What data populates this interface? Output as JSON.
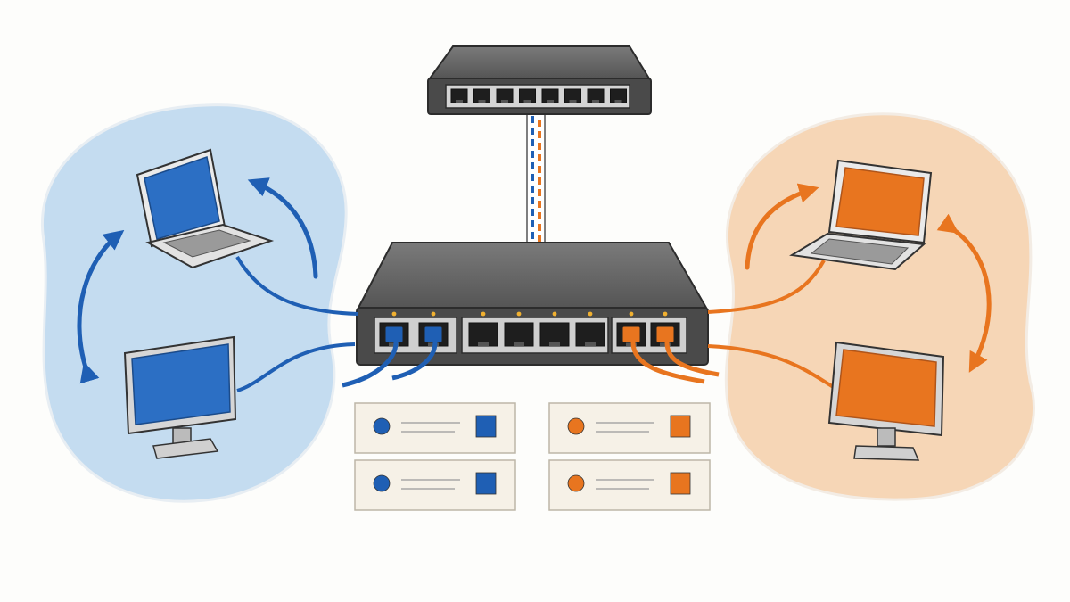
{
  "title": "",
  "colors": {
    "background": "#fdfdfb",
    "blue_zone_fill": "#c4dcf0",
    "orange_zone_fill": "#f6d6b6",
    "blue_accent": "#1f5fb4",
    "orange_accent": "#e8751f",
    "switch_body": "#4a4a4a",
    "switch_top": "#6b6b6b",
    "port_led": "#f0b030",
    "card_fill": "#f6f1e7"
  },
  "groups": [
    {
      "id": "blue-group",
      "color": "blue",
      "devices": [
        "laptop",
        "monitor"
      ],
      "arrows": 2,
      "switch_ports": 2
    },
    {
      "id": "orange-group",
      "color": "orange",
      "devices": [
        "laptop",
        "monitor"
      ],
      "arrows": 2,
      "switch_ports": 2
    }
  ],
  "main_switch": {
    "port_count": 8,
    "port_groups": [
      2,
      4,
      2
    ]
  },
  "uplink_switch": {
    "port_count": 8
  },
  "uplink_cable": {
    "colors": [
      "blue",
      "orange"
    ],
    "style": "dashed"
  },
  "legend_cards": [
    {
      "color": "blue",
      "shape": "circle-lines-square"
    },
    {
      "color": "blue",
      "shape": "circle-lines-square"
    },
    {
      "color": "orange",
      "shape": "circle-lines-square"
    },
    {
      "color": "orange",
      "shape": "circle-lines-square"
    }
  ],
  "icons": [
    "laptop-icon",
    "monitor-icon",
    "network-switch-icon",
    "ethernet-port-icon",
    "cycle-arrow-icon"
  ]
}
